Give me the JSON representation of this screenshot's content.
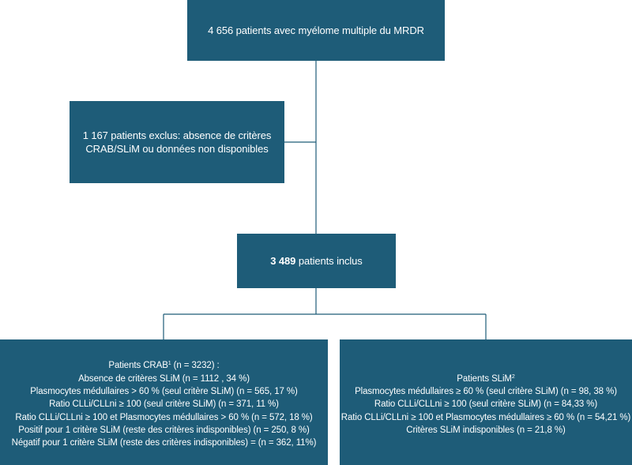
{
  "top_box": {
    "text": "4 656 patients avec myélome multiple du MRDR"
  },
  "excluded_box": {
    "line1": "1 167 patients exclus: absence de critères",
    "line2": "CRAB/SLiM ou données non disponibles"
  },
  "included_box": {
    "count": "3 489",
    "label": " patients inclus"
  },
  "crab_box": {
    "title": "Patients CRAB",
    "title_sup": "1",
    "title_suffix": " (n = 3232) :",
    "items": [
      "Absence de critères SLiM (n = 1112 , 34 %)",
      "Plasmocytes médullaires > 60 % (seul critère SLiM) (n = 565, 17 %)",
      "Ratio CLLi/CLLni ≥ 100 (seul critère SLiM) (n = 371, 11 %)",
      "Ratio CLLi/CLLni ≥ 100 et Plasmocytes médullaires > 60 % (n = 572, 18 %)",
      "Positif pour 1 critère SLiM (reste des critères indisponibles) (n = 250, 8 %)",
      "Négatif pour 1 critère SLiM (reste des critères indisponibles) = (n = 362, 11%)"
    ]
  },
  "slim_box": {
    "title": "Patients SLiM",
    "title_sup": "2",
    "items": [
      "Plasmocytes médullaires ≥ 60 % (seul critère SLiM) (n = 98, 38 %)",
      "Ratio CLLi/CLLni ≥ 100 (seul critère SLiM) (n = 84,33 %)",
      "Ratio CLLi/CLLni ≥ 100 et Plasmocytes médullaires ≥ 60 % (n = 54,21 %)",
      "Critères SLiM indisponibles (n = 21,8 %)"
    ]
  },
  "colors": {
    "box": "#1e5c78",
    "text": "#ffffff",
    "line": "#1e5c78"
  }
}
